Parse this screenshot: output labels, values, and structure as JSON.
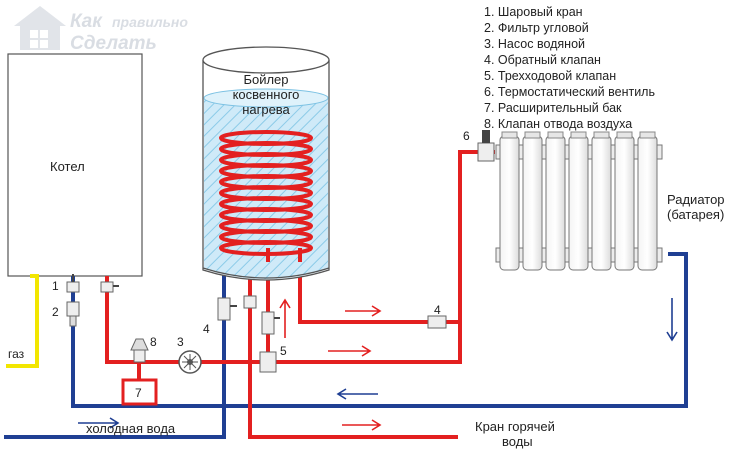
{
  "logo": {
    "line1": "Как",
    "line2": "правильно",
    "line3": "Сделать"
  },
  "legend": [
    "1. Шаровый кран",
    "2. Фильтр угловой",
    "3. Насос водяной",
    "4. Обратный клапан",
    "5. Трехходовой клапан",
    "6. Термостатический вентиль",
    "7. Расширительный бак",
    "8. Клапан отвода воздуха"
  ],
  "boiler": {
    "label": "Котел"
  },
  "tank": {
    "line1": "Бойлер",
    "line2": "косвенного",
    "line3": "нагрева"
  },
  "radiator": {
    "line1": "Радиатор",
    "line2": "(батарея)"
  },
  "labels": {
    "gas": "газ",
    "cold_water": "холодная вода",
    "hot_tap_line1": "Кран горячей",
    "hot_tap_line2": "воды"
  },
  "markers": {
    "m1": "1",
    "m2": "2",
    "m3": "3",
    "m4a": "4",
    "m4b": "4",
    "m5": "5",
    "m6": "6",
    "m7": "7",
    "m8": "8"
  },
  "colors": {
    "hot": "#e32020",
    "cold": "#1f3f93",
    "gas": "#f2e600",
    "water": "#bfe4f7"
  }
}
